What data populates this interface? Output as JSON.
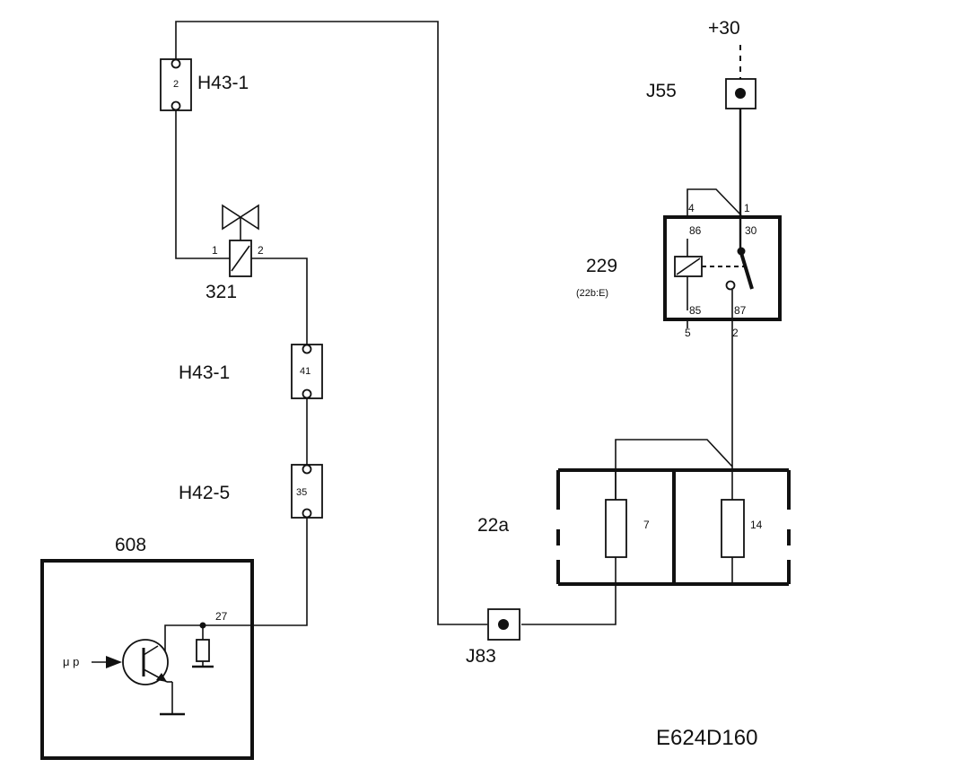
{
  "labels": {
    "supply": "+30",
    "j55": "J55",
    "j83": "J83",
    "relay": "229",
    "relay_sub": "(22b:E)",
    "fusebox": "22a",
    "valve": "321",
    "conn_top": "H43-1",
    "conn_mid": "H43-1",
    "conn_bot": "H42-5",
    "ecu": "608",
    "mu_p": "μ p",
    "ecu_pin": "27",
    "drawing_id": "E624D160"
  },
  "connector_pins": {
    "top": "2",
    "mid": "41",
    "bot": "35"
  },
  "valve_pins": {
    "left": "1",
    "right": "2"
  },
  "relay_pins": {
    "outer_top_left": "4",
    "outer_top_right": "1",
    "inner_86": "86",
    "inner_30": "30",
    "inner_85": "85",
    "inner_87": "87",
    "outer_bottom_left": "5",
    "outer_bottom_right": "2"
  },
  "fuses": {
    "left": "7",
    "right": "14"
  }
}
